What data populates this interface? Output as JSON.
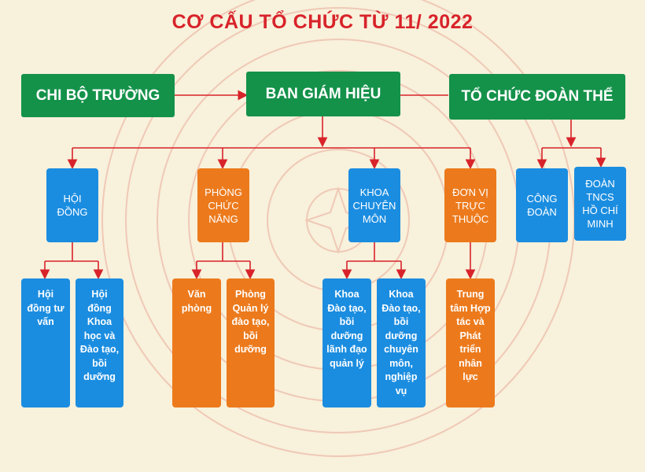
{
  "title": "CƠ CẤU TỔ CHỨC TỪ 11/ 2022",
  "top": {
    "left": "CHI BỘ TRƯỜNG",
    "center": "BAN GIÁM HIỆU",
    "right": "TỔ CHỨC ĐOÀN THỂ"
  },
  "mid": {
    "hoi_dong": "HỘI ĐỒNG",
    "phong_chuc_nang": "PHÒNG CHỨC NĂNG",
    "khoa_chuyen_mon": "KHOA CHUYÊN MÔN",
    "don_vi_truc_thuoc": "ĐƠN VỊ TRỰC THUỘC",
    "cong_doan": "CÔNG ĐOÀN",
    "doan_tncs": "ĐOÀN TNCS HỒ CHÍ MINH"
  },
  "leaves": {
    "hoi_dong_tu_van": "Hội đồng tư vấn",
    "hoi_dong_khoa_hoc": "Hội đồng Khoa học và Đào tạo, bồi dưỡng",
    "van_phong": "Văn phòng",
    "phong_quan_ly": "Phòng Quản lý đào tạo, bồi dưỡng",
    "khoa_lanh_dao": "Khoa Đào tạo, bồi dưỡng lãnh đạo quản lý",
    "khoa_chuyen_mon": "Khoa Đào tạo, bồi dưỡng chuyên môn, nghiệp vụ",
    "trung_tam": "Trung tâm Hợp tác và Phát triển nhân lực"
  },
  "colors": {
    "green": "#14924a",
    "blue": "#1b8de0",
    "orange": "#ec7a1c",
    "title_red": "#d8232a",
    "connector_red": "#d8232a"
  }
}
